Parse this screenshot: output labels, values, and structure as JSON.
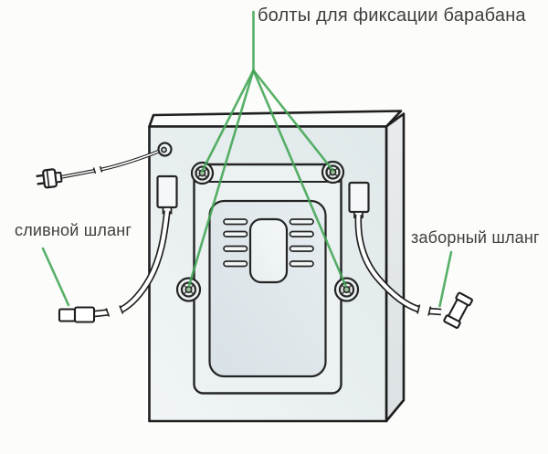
{
  "diagram": {
    "description": "washing-machine-rear-view-diagram",
    "labels": {
      "top": "болты для фиксации барабана",
      "left": "сливной шланг",
      "right": "заборный шланг"
    },
    "bolt_count": 4,
    "colors": {
      "callout_green": "#41a553",
      "outline": "#1e1e1e",
      "body_fill": "#e9f0f2"
    },
    "parts": {
      "machine": "washing-machine-rear",
      "bolts": "drum-fixing-bolts",
      "left_hose": "drain-hose",
      "right_hose": "intake-hose",
      "cord": "power-cord",
      "plug": "power-plug"
    }
  }
}
